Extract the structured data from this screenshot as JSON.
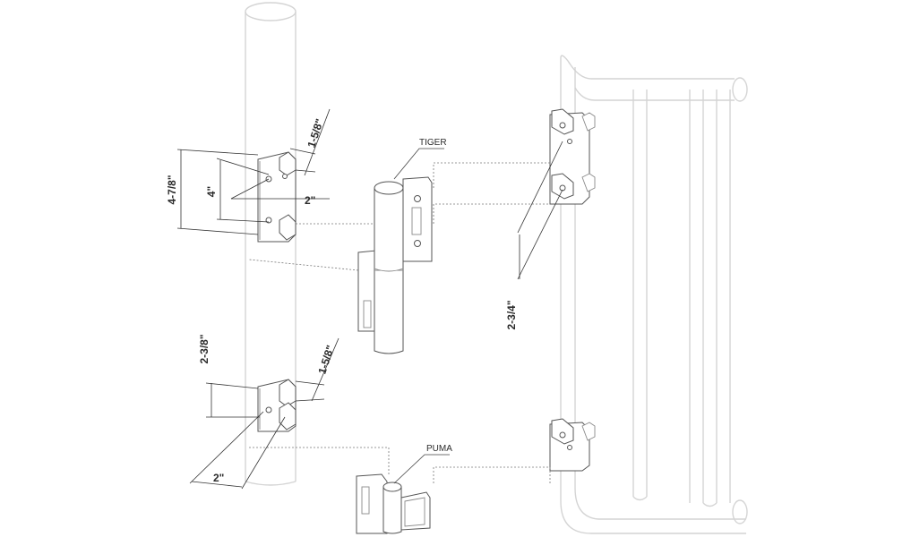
{
  "callouts": {
    "tiger": "TIGER",
    "puma": "PUMA"
  },
  "dimensions": {
    "top_bracket_height": "4-7/8\"",
    "top_hole_spacing": "4\"",
    "top_width": "2\"",
    "top_depth": "1-5/8\"",
    "bottom_height": "2-3/8\"",
    "bottom_depth": "1-5/8\"",
    "bottom_width": "2\"",
    "gate_spacing": "2-3/4\""
  },
  "colors": {
    "ghost_lines": "#d4d4d4",
    "hardware": "#555555",
    "dimension": "#333333"
  }
}
